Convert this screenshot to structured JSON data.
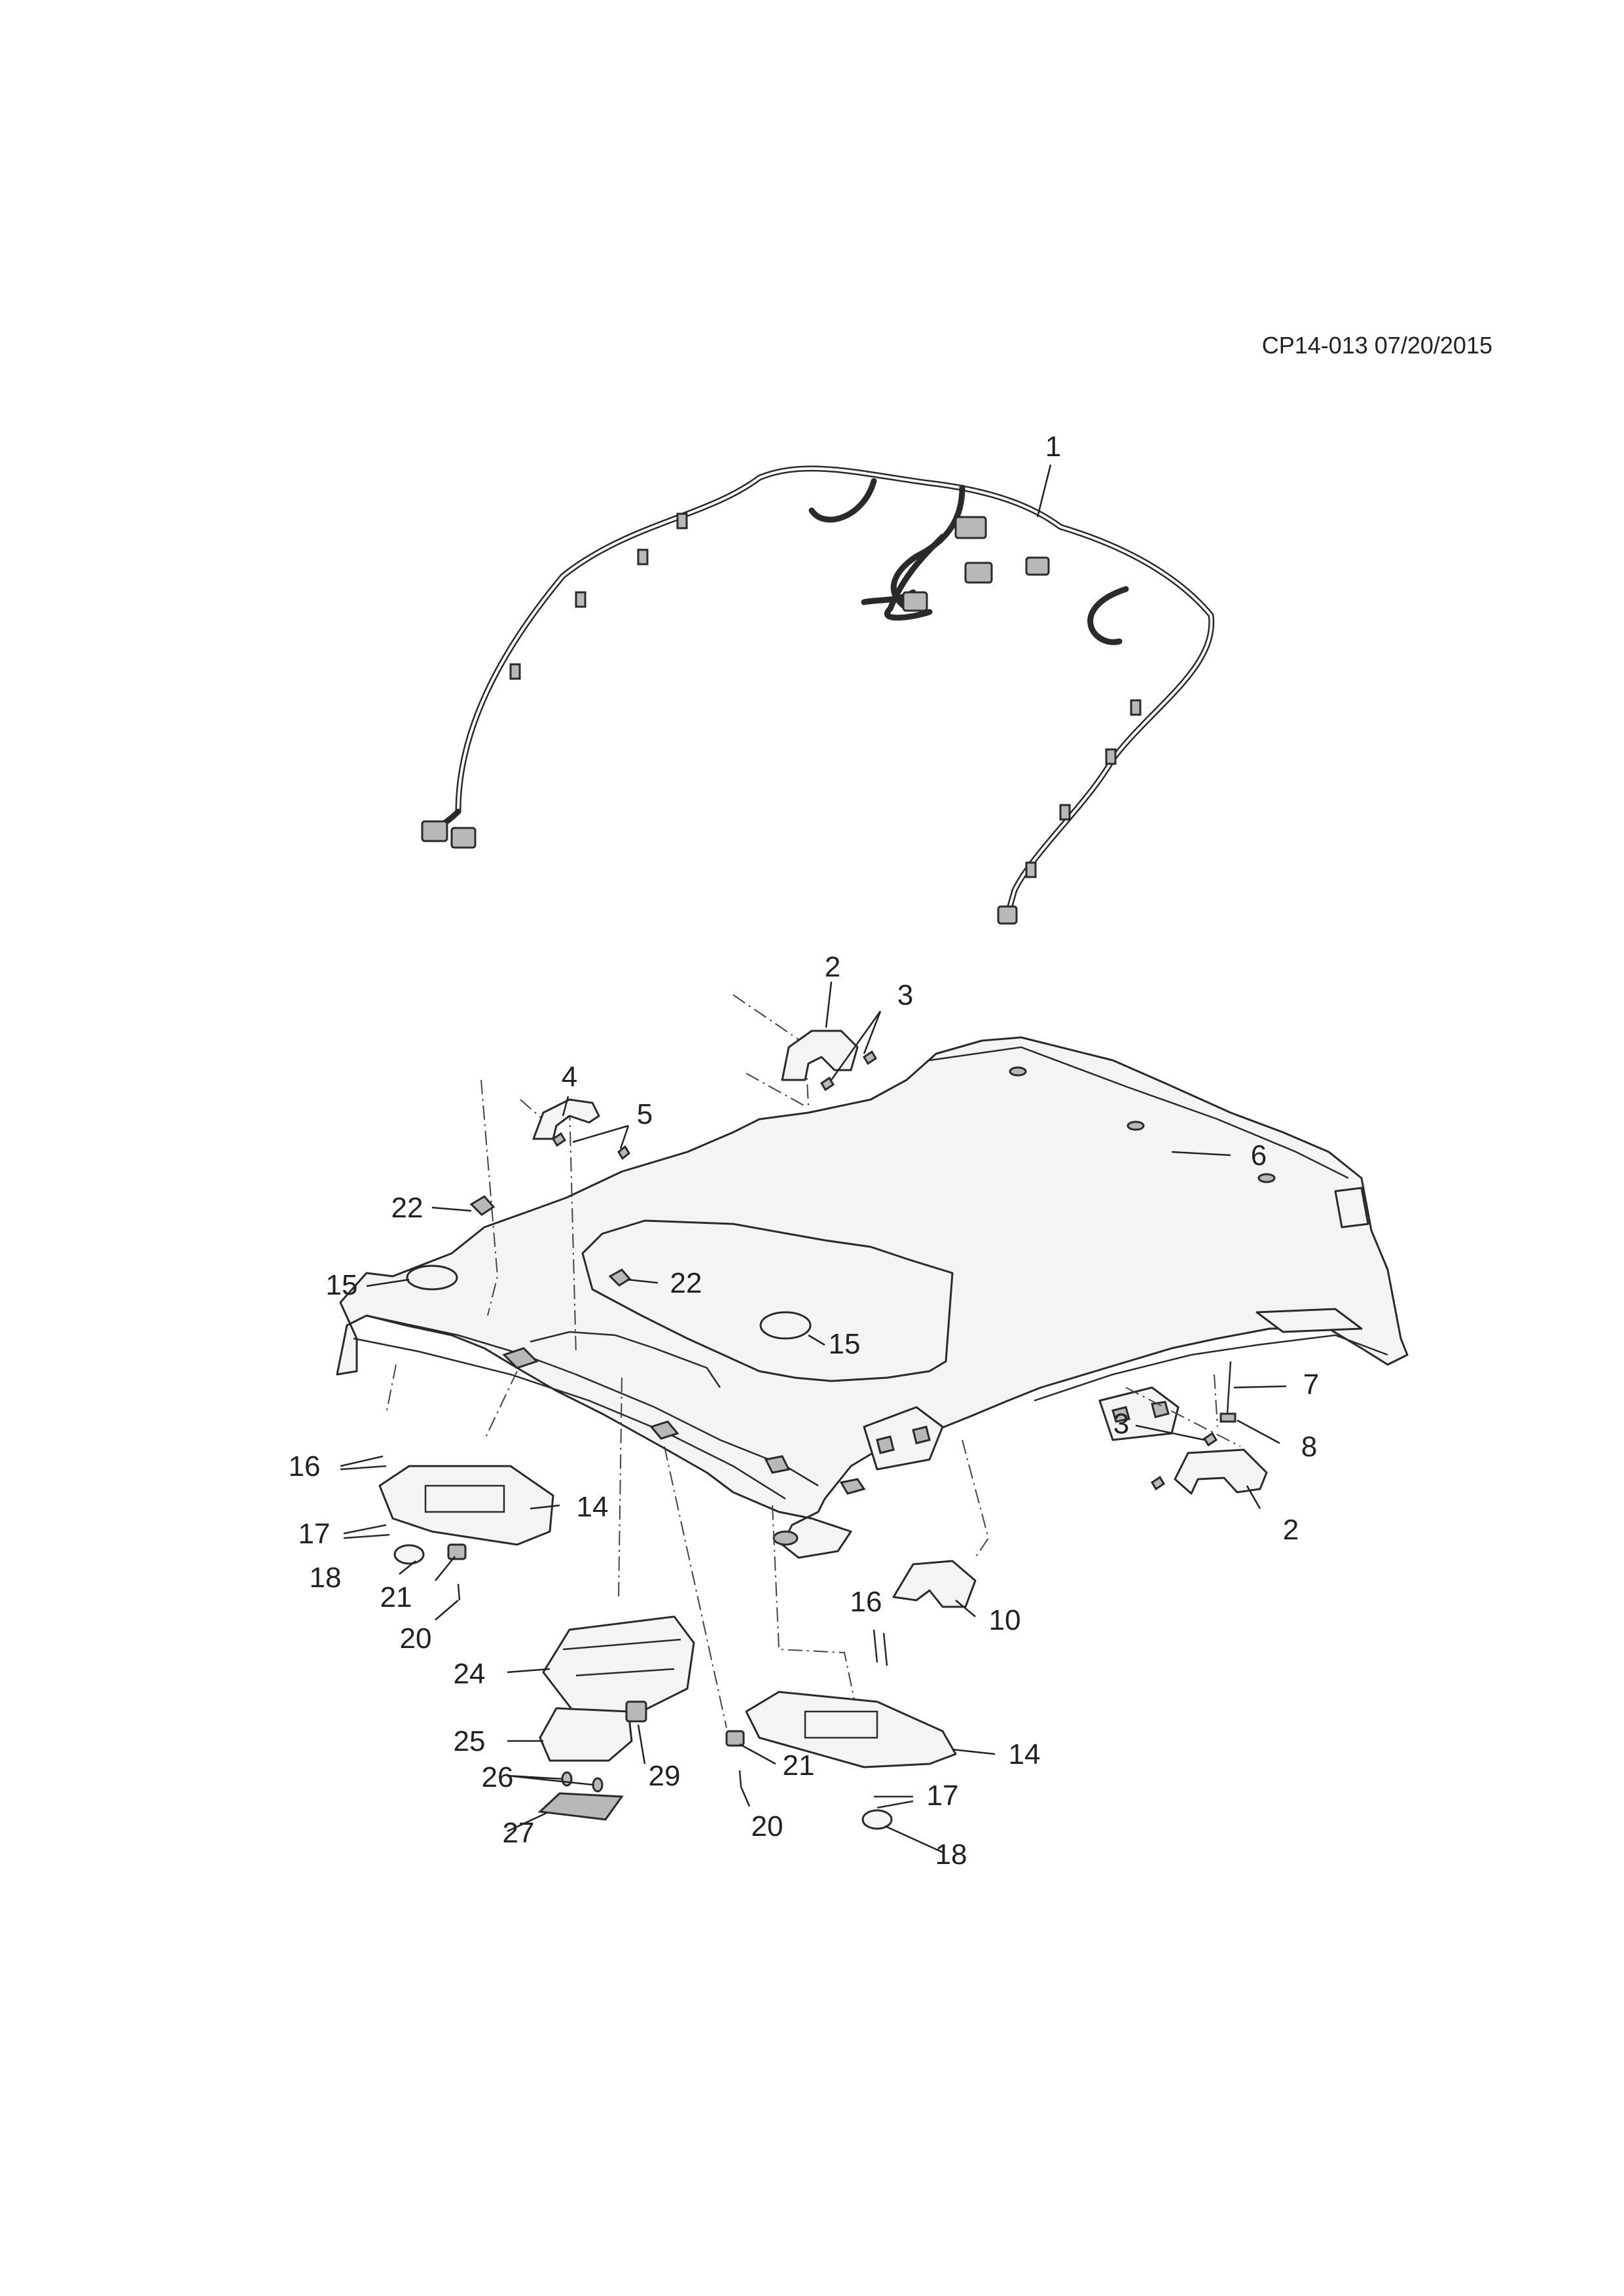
{
  "document": {
    "doc_id": "CP14-013 07/20/2015"
  },
  "callouts": {
    "c1": "1",
    "c2a": "2",
    "c2b": "2",
    "c3a": "3",
    "c3b": "3",
    "c4": "4",
    "c5": "5",
    "c6": "6",
    "c7": "7",
    "c8": "8",
    "c10": "10",
    "c14a": "14",
    "c14b": "14",
    "c15a": "15",
    "c15b": "15",
    "c16a": "16",
    "c16b": "16",
    "c17a": "17",
    "c17b": "17",
    "c18a": "18",
    "c18b": "18",
    "c20a": "20",
    "c20b": "20",
    "c21a": "21",
    "c21b": "21",
    "c22a": "22",
    "c22b": "22",
    "c24": "24",
    "c25": "25",
    "c26": "26",
    "c27": "27",
    "c29": "29"
  }
}
